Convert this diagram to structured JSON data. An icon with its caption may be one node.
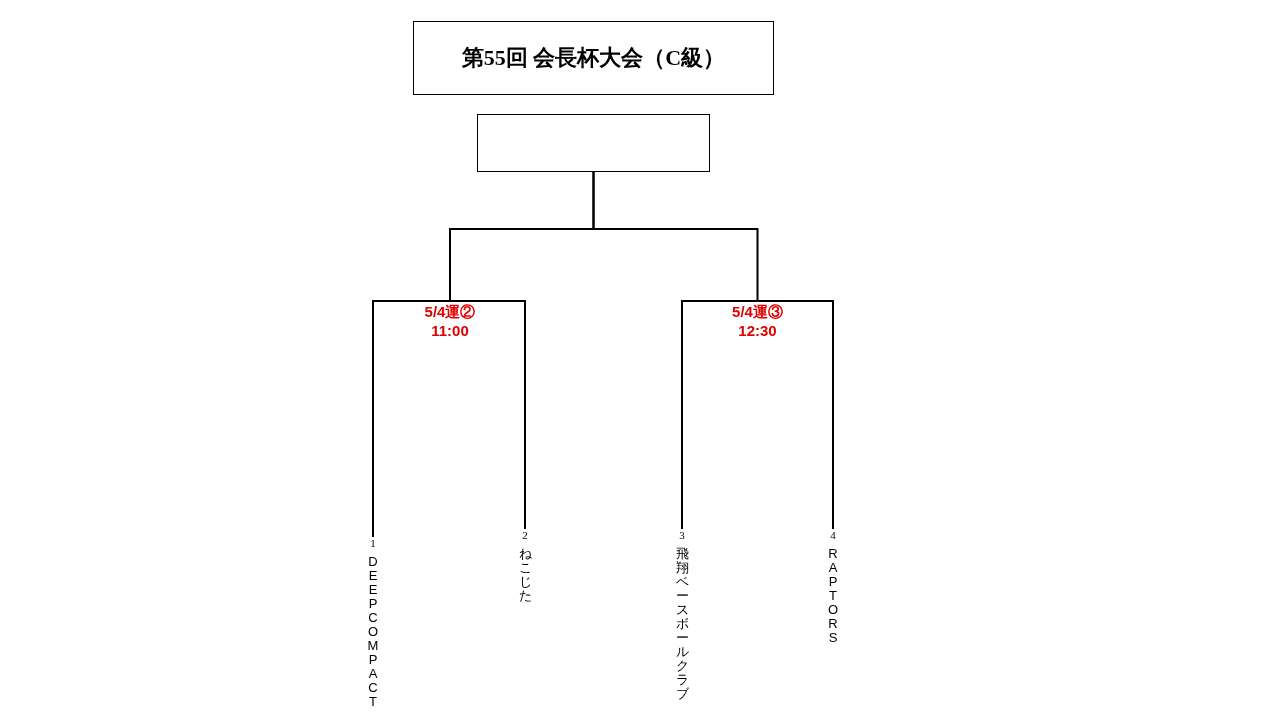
{
  "diagram": {
    "nodes": [
      {
        "text": [
          "第55回 会長杯大会（C級）"
        ]
      },
      {
        "text": [],
        "shape": "box"
      },
      {
        "text": [
          "5/4運②",
          "11:00"
        ]
      },
      {
        "text": [
          "5/4運③",
          "12:30"
        ]
      },
      {
        "text": [
          "DEEP COMPACT"
        ],
        "beside": [
          "1"
        ]
      },
      {
        "text": [
          "ねこじた"
        ],
        "beside": [
          "2"
        ]
      },
      {
        "text": [
          "飛翔ベースボールクラブ"
        ],
        "beside": [
          "3"
        ]
      },
      {
        "text": [
          "RAPTORS"
        ],
        "beside": [
          "4"
        ]
      }
    ],
    "edges": [
      {
        "from": 4,
        "to": 2,
        "arrow": "none"
      },
      {
        "from": 5,
        "to": 2,
        "arrow": "none"
      },
      {
        "from": 6,
        "to": 3,
        "arrow": "none"
      },
      {
        "from": 7,
        "to": 3,
        "arrow": "none"
      },
      {
        "from": 2,
        "to": 1,
        "arrow": "none"
      },
      {
        "from": 3,
        "to": 1,
        "arrow": "none"
      }
    ]
  }
}
